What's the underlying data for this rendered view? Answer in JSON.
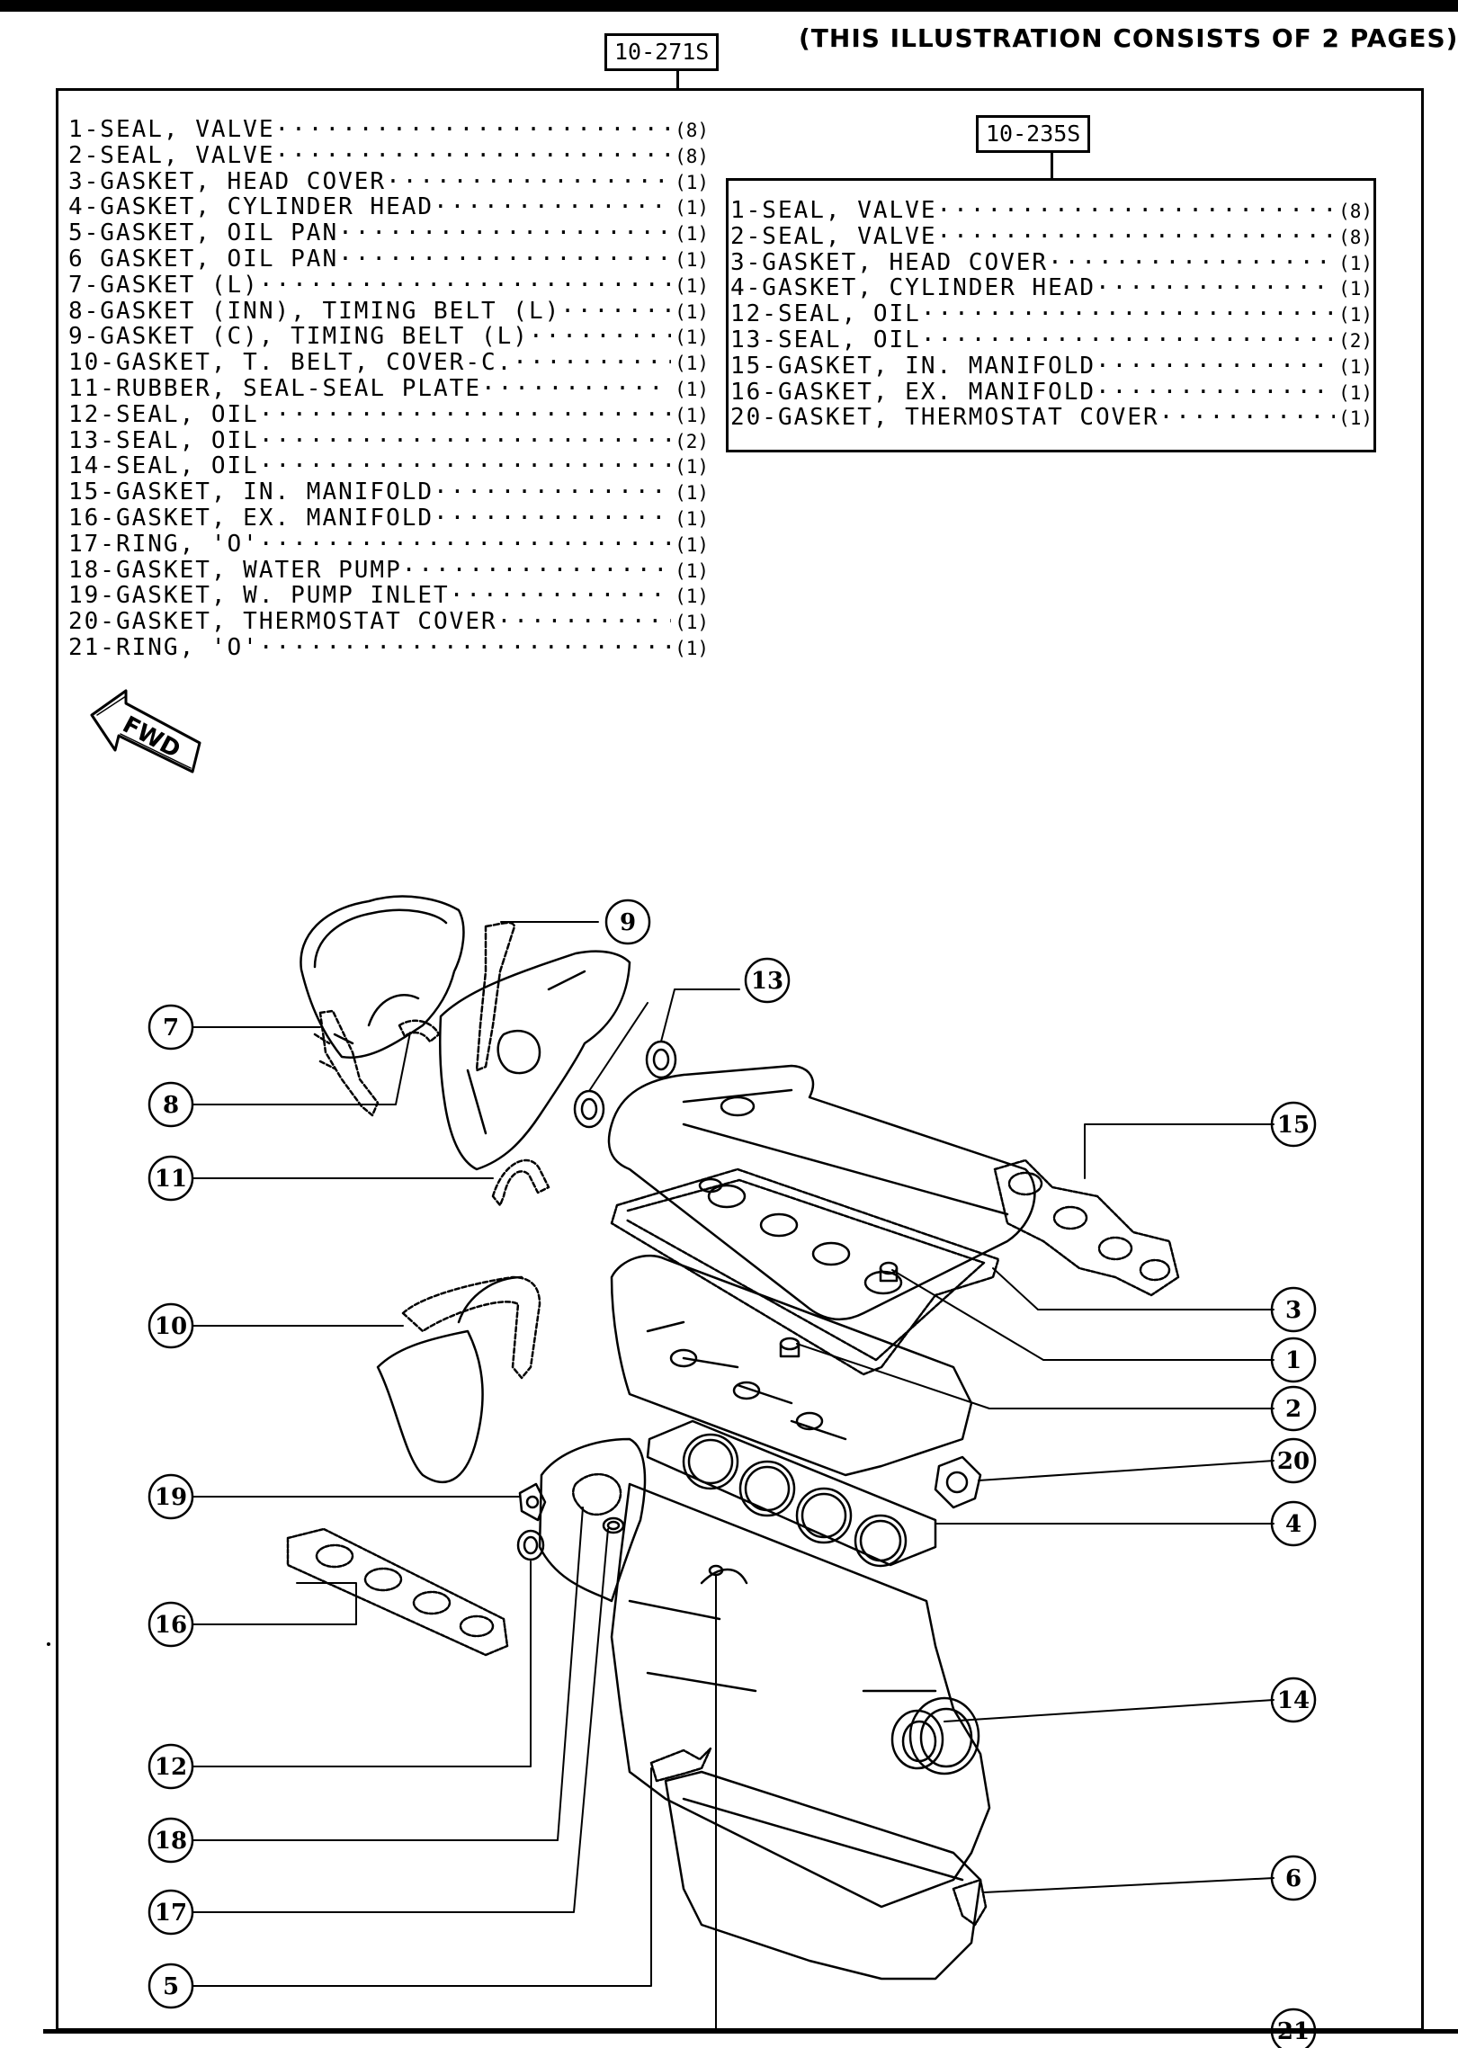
{
  "header": {
    "diagram_ref": "10-271S",
    "note": "(THIS ILLUSTRATION CONSISTS OF 2 PAGES)"
  },
  "main_list": [
    {
      "name": "1-SEAL, VALVE",
      "qty": "(8)"
    },
    {
      "name": "2-SEAL, VALVE",
      "qty": "(8)"
    },
    {
      "name": "3-GASKET, HEAD COVER",
      "qty": "(1)"
    },
    {
      "name": "4-GASKET, CYLINDER HEAD",
      "qty": "(1)"
    },
    {
      "name": "5-GASKET, OIL PAN",
      "qty": "(1)"
    },
    {
      "name": "6 GASKET, OIL PAN",
      "qty": "(1)"
    },
    {
      "name": "7-GASKET (L)",
      "qty": "(1)"
    },
    {
      "name": "8-GASKET (INN), TIMING BELT (L)",
      "qty": "(1)"
    },
    {
      "name": "9-GASKET (C), TIMING BELT (L)",
      "qty": "(1)"
    },
    {
      "name": "10-GASKET, T. BELT, COVER-C.",
      "qty": "(1)"
    },
    {
      "name": "11-RUBBER, SEAL-SEAL PLATE",
      "qty": "(1)"
    },
    {
      "name": "12-SEAL, OIL",
      "qty": "(1)"
    },
    {
      "name": "13-SEAL, OIL",
      "qty": "(2)"
    },
    {
      "name": "14-SEAL, OIL",
      "qty": "(1)"
    },
    {
      "name": "15-GASKET, IN. MANIFOLD",
      "qty": "(1)"
    },
    {
      "name": "16-GASKET, EX. MANIFOLD",
      "qty": "(1)"
    },
    {
      "name": "17-RING, 'O'",
      "qty": "(1)"
    },
    {
      "name": "18-GASKET, WATER PUMP",
      "qty": "(1)"
    },
    {
      "name": "19-GASKET, W. PUMP INLET",
      "qty": "(1)"
    },
    {
      "name": "20-GASKET, THERMOSTAT COVER",
      "qty": "(1)"
    },
    {
      "name": "21-RING, 'O'",
      "qty": "(1)"
    }
  ],
  "sub_kit": {
    "ref": "10-235S",
    "items": [
      {
        "name": "1-SEAL, VALVE",
        "qty": "(8)"
      },
      {
        "name": "2-SEAL, VALVE",
        "qty": "(8)"
      },
      {
        "name": "3-GASKET, HEAD COVER",
        "qty": "(1)"
      },
      {
        "name": "4-GASKET, CYLINDER HEAD",
        "qty": "(1)"
      },
      {
        "name": "12-SEAL, OIL",
        "qty": "(1)"
      },
      {
        "name": "13-SEAL, OIL",
        "qty": "(2)"
      },
      {
        "name": "15-GASKET, IN. MANIFOLD",
        "qty": "(1)"
      },
      {
        "name": "16-GASKET, EX. MANIFOLD",
        "qty": "(1)"
      },
      {
        "name": "20-GASKET, THERMOSTAT COVER",
        "qty": "(1)"
      }
    ]
  },
  "fwd_arrow_label": "FWD",
  "callouts": {
    "left": [
      "7",
      "8",
      "11",
      "10",
      "19",
      "16",
      "12",
      "18",
      "17",
      "5"
    ],
    "right": [
      "15",
      "3",
      "1",
      "2",
      "20",
      "4",
      "14",
      "6",
      "21"
    ],
    "top": [
      "9",
      "13"
    ]
  }
}
